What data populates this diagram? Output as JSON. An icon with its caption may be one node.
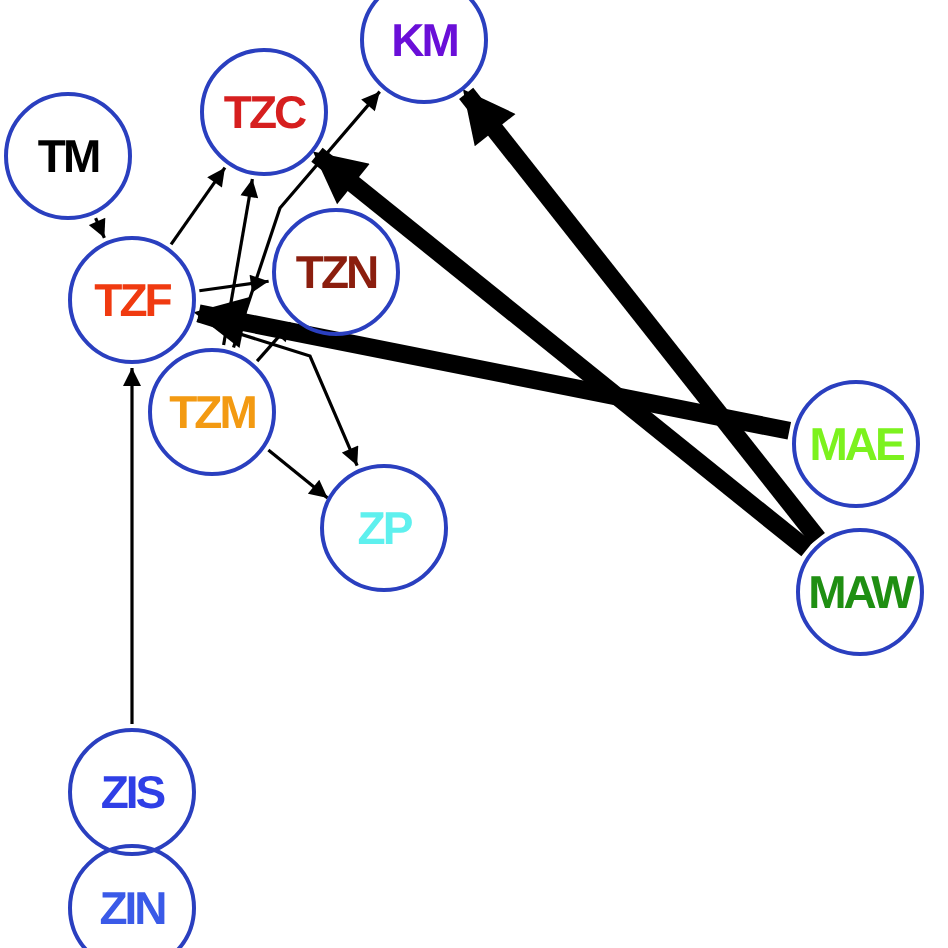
{
  "diagram": {
    "nodes": [
      {
        "text": [
          "KM"
        ]
      },
      {
        "text": [
          "TM"
        ]
      },
      {
        "text": [
          "TZC"
        ]
      },
      {
        "text": [
          "TZN"
        ]
      },
      {
        "text": [
          "TZF"
        ]
      },
      {
        "text": [
          "TZM"
        ]
      },
      {
        "text": [
          "ZP"
        ]
      },
      {
        "text": [
          "MAE"
        ]
      },
      {
        "text": [
          "MAW"
        ]
      },
      {
        "text": [
          "ZIS"
        ]
      },
      {
        "text": [
          "ZIN"
        ]
      }
    ],
    "edges": [
      {
        "from": 1,
        "to": 4,
        "arrow": "to"
      },
      {
        "from": 4,
        "to": 2,
        "arrow": "to"
      },
      {
        "from": 5,
        "to": 2,
        "arrow": "to"
      },
      {
        "from": 4,
        "to": 3,
        "arrow": "to"
      },
      {
        "from": 5,
        "to": 3,
        "arrow": "to"
      },
      {
        "from": 5,
        "to": 0,
        "arrow": "to"
      },
      {
        "from": 4,
        "to": 6,
        "arrow": "to"
      },
      {
        "from": 5,
        "to": 6,
        "arrow": "to"
      },
      {
        "from": 7,
        "to": 4,
        "arrow": "to",
        "style": "thick"
      },
      {
        "from": 8,
        "to": 2,
        "arrow": "to",
        "style": "thick"
      },
      {
        "from": 8,
        "to": 0,
        "arrow": "to",
        "style": "thick"
      },
      {
        "from": 9,
        "to": 4,
        "arrow": "to"
      }
    ]
  }
}
